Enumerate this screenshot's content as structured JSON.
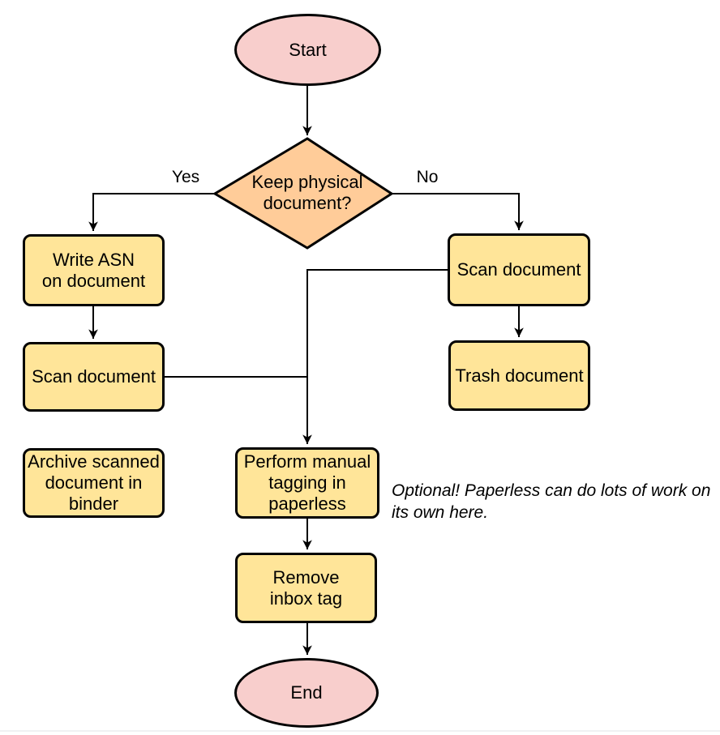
{
  "flowchart": {
    "nodes": {
      "start": {
        "type": "terminator",
        "label": "Start",
        "lines": [
          "Start"
        ],
        "fill": "#F8CECC"
      },
      "decision": {
        "type": "decision",
        "label": "Keep physical document?",
        "lines": [
          "Keep physical",
          "document?"
        ],
        "fill": "#FFCC99"
      },
      "write_asn": {
        "type": "process",
        "label": "Write ASN on document",
        "lines": [
          "Write ASN",
          "on document"
        ],
        "fill": "#FFE599"
      },
      "scan_left": {
        "type": "process",
        "label": "Scan document",
        "lines": [
          "Scan document"
        ],
        "fill": "#FFE599"
      },
      "archive": {
        "type": "process",
        "label": "Archive scanned document in binder",
        "lines": [
          "Archive scanned",
          "document in",
          "binder"
        ],
        "fill": "#FFE599"
      },
      "scan_right": {
        "type": "process",
        "label": "Scan document",
        "lines": [
          "Scan document"
        ],
        "fill": "#FFE599"
      },
      "trash": {
        "type": "process",
        "label": "Trash document",
        "lines": [
          "Trash document"
        ],
        "fill": "#FFE599"
      },
      "tagging": {
        "type": "process",
        "label": "Perform manual tagging in paperless",
        "lines": [
          "Perform manual",
          "tagging in",
          "paperless"
        ],
        "fill": "#FFE599"
      },
      "remove_tag": {
        "type": "process",
        "label": "Remove inbox tag",
        "lines": [
          "Remove",
          "inbox tag"
        ],
        "fill": "#FFE599"
      },
      "end": {
        "type": "terminator",
        "label": "End",
        "lines": [
          "End"
        ],
        "fill": "#F8CECC"
      }
    },
    "edge_labels": {
      "yes": "Yes",
      "no": "No"
    },
    "edges": [
      {
        "from": "start",
        "to": "decision",
        "label": ""
      },
      {
        "from": "decision",
        "to": "write_asn",
        "label": "Yes"
      },
      {
        "from": "decision",
        "to": "scan_right",
        "label": "No"
      },
      {
        "from": "write_asn",
        "to": "scan_left",
        "label": ""
      },
      {
        "from": "scan_left",
        "to": "tagging",
        "label": ""
      },
      {
        "from": "scan_right",
        "to": "tagging",
        "label": ""
      },
      {
        "from": "scan_right",
        "to": "trash",
        "label": ""
      },
      {
        "from": "tagging",
        "to": "remove_tag",
        "label": ""
      },
      {
        "from": "remove_tag",
        "to": "end",
        "label": ""
      }
    ],
    "annotation": {
      "full_text": "Optional! Paperless can do lots of work on its own here.",
      "line1": "Optional! Paperless can do lots of work on",
      "line2": "its own here."
    },
    "colors": {
      "terminator_fill": "#F8CECC",
      "decision_fill": "#FFCC99",
      "process_fill": "#FFE599",
      "stroke": "#000000",
      "background": "#FFFFFF"
    }
  }
}
